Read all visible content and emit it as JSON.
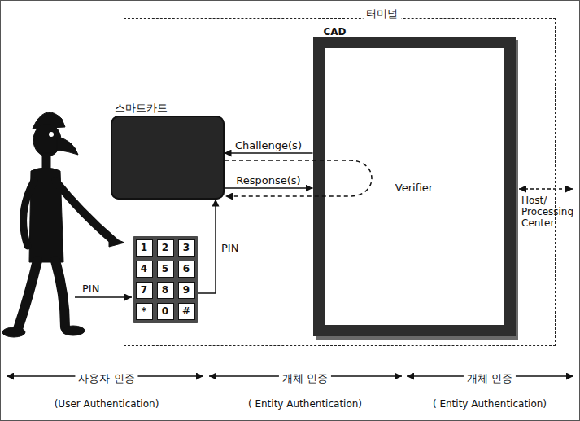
{
  "diagram": {
    "nodes": [
      {
        "text": [
          "터미널"
        ]
      },
      {
        "text": [
          "스마트카드"
        ],
        "in": 0
      },
      {
        "text": [
          "1",
          "2",
          "3",
          "4",
          "5",
          "6",
          "7",
          "8",
          "9",
          "*",
          "0",
          "#"
        ],
        "in": 0
      },
      {
        "text": [
          "CAD",
          "Verifier"
        ],
        "in": 0
      }
    ],
    "edges": [
      {
        "from": 3,
        "to": 1,
        "label": "Challenge(s)",
        "arrow": "to"
      },
      {
        "from": 1,
        "to": 3,
        "label": "Response(s)",
        "arrow": "to"
      },
      {
        "from": 2,
        "to": 1,
        "label": "PIN",
        "arrow": "to"
      }
    ],
    "labels": [
      "PIN",
      "Host/ Processing Center",
      "사용자 인증",
      "(User Authentication)",
      "개체 인증",
      "( Entity Authentication)",
      "개체 인증",
      "( Entity Authentication)"
    ]
  }
}
